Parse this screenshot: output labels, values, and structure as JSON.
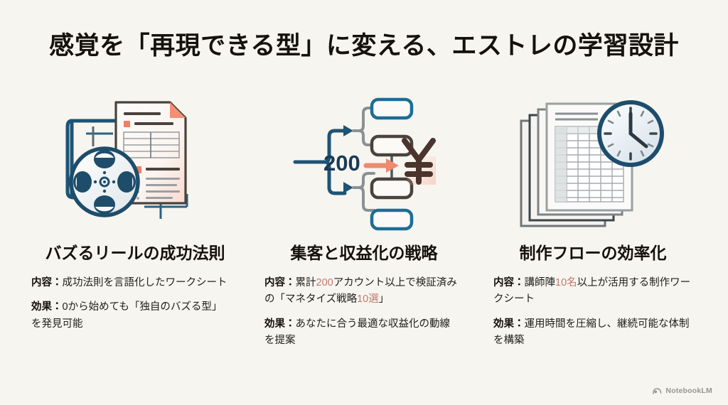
{
  "slide": {
    "background_color": "#f7f5ef",
    "title": "感覚を「再現できる型」に変える、エストレの学習設計"
  },
  "palette": {
    "ink": "#15110e",
    "body_text": "#22201d",
    "navy": "#1d4d6b",
    "steel": "#5f6b70",
    "salmon": "#ef8a72",
    "highlight_rose": "#c07a72",
    "paper": "#fbfaf7",
    "gray_line": "#9aa0a2",
    "dark_outline": "#47403c"
  },
  "columns": [
    {
      "icon": "film-reel-worksheet-icon",
      "title": "バズるリールの成功法則",
      "bullets": [
        {
          "label": "内容：",
          "segments": [
            {
              "text": "成功法則を言語化したワークシート",
              "highlight": false
            }
          ]
        },
        {
          "label": "効果：",
          "segments": [
            {
              "text": "0から始めても「独自のバズる型」を発見可能",
              "highlight": false
            }
          ]
        }
      ]
    },
    {
      "icon": "funnel-monetization-flow-icon",
      "title": "集客と収益化の戦略",
      "bullets": [
        {
          "label": "内容：",
          "segments": [
            {
              "text": "累計",
              "highlight": false
            },
            {
              "text": "200",
              "highlight": true
            },
            {
              "text": "アカウント以上で検証済みの「マネタイズ戦略",
              "highlight": false
            },
            {
              "text": "10選",
              "highlight": true
            },
            {
              "text": "」",
              "highlight": false
            }
          ]
        },
        {
          "label": "効果：",
          "segments": [
            {
              "text": "あなたに合う最適な収益化の動線を提案",
              "highlight": false
            }
          ]
        }
      ]
    },
    {
      "icon": "spreadsheet-stack-clock-icon",
      "title": "制作フローの効率化",
      "bullets": [
        {
          "label": "内容：",
          "segments": [
            {
              "text": "講師陣",
              "highlight": false
            },
            {
              "text": "10名",
              "highlight": true
            },
            {
              "text": "以上が活用する制作ワークシート",
              "highlight": false
            }
          ]
        },
        {
          "label": "効果：",
          "segments": [
            {
              "text": "運用時間を圧縮し、継続可能な体制を構築",
              "highlight": false
            }
          ]
        }
      ]
    }
  ],
  "illustration_labels": {
    "flow_count": "200",
    "currency_symbol": "¥"
  },
  "watermark": {
    "icon": "notebooklm-icon",
    "text": "NotebookLM"
  }
}
